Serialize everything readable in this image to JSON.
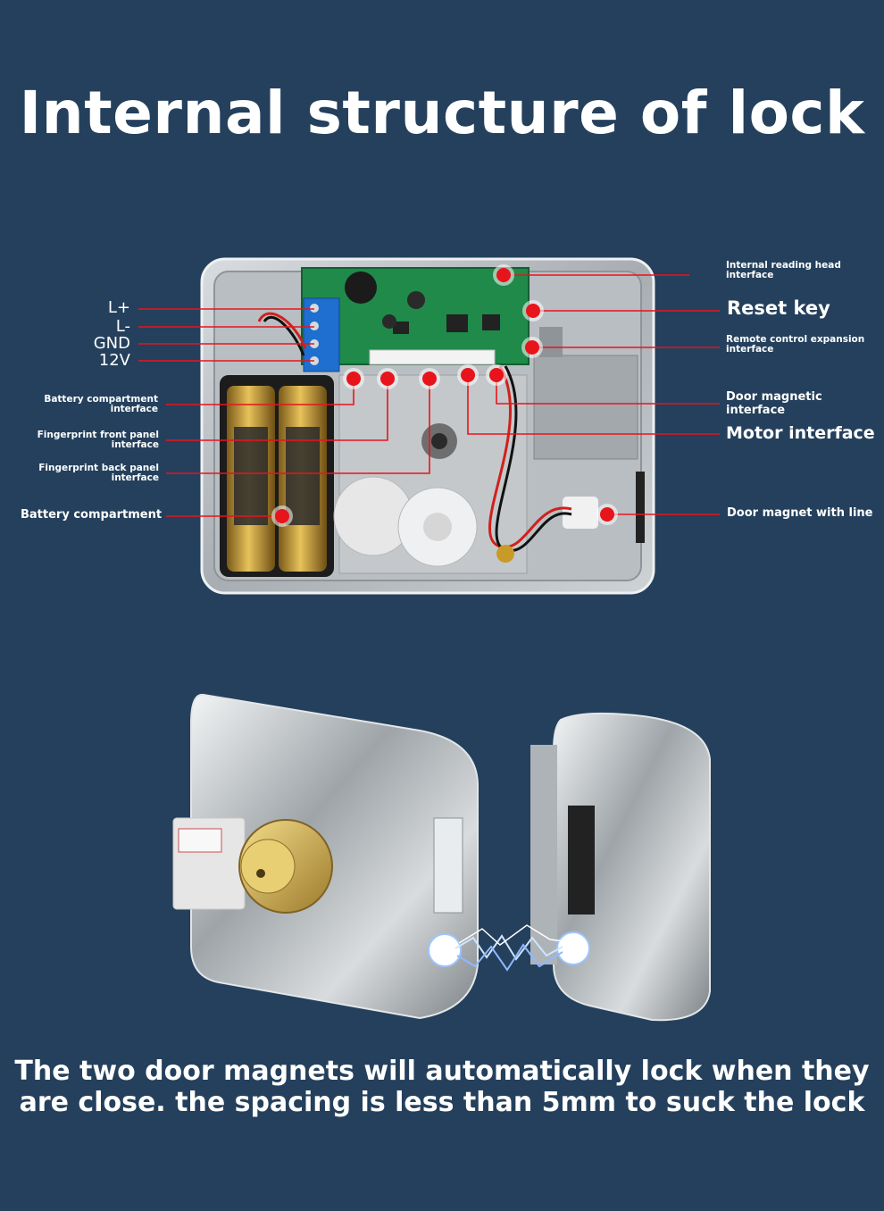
{
  "title": "Internal structure of lock",
  "pins": [
    "L+",
    "L-",
    "GND",
    "12V"
  ],
  "left_labels": {
    "battery_interface": [
      "Battery compartment",
      "interface"
    ],
    "fp_front": [
      "Fingerprint front panel",
      "interface"
    ],
    "fp_back": [
      "Fingerprint back panel",
      "interface"
    ],
    "battery": "Battery compartment"
  },
  "right_labels": {
    "reading_head": [
      "Internal reading head",
      "interface"
    ],
    "reset": "Reset key",
    "remote": [
      "Remote control expansion",
      "interface"
    ],
    "door_magnetic": "Door magnetic interface",
    "motor": "Motor interface",
    "door_magnet_line": "Door magnet with line"
  },
  "bottom_text": [
    "The two door magnets will automatically lock when they",
    "are close. the spacing is less than 5mm to suck the lock"
  ],
  "colors": {
    "background": "#24405c",
    "callout": "#e8141c"
  }
}
